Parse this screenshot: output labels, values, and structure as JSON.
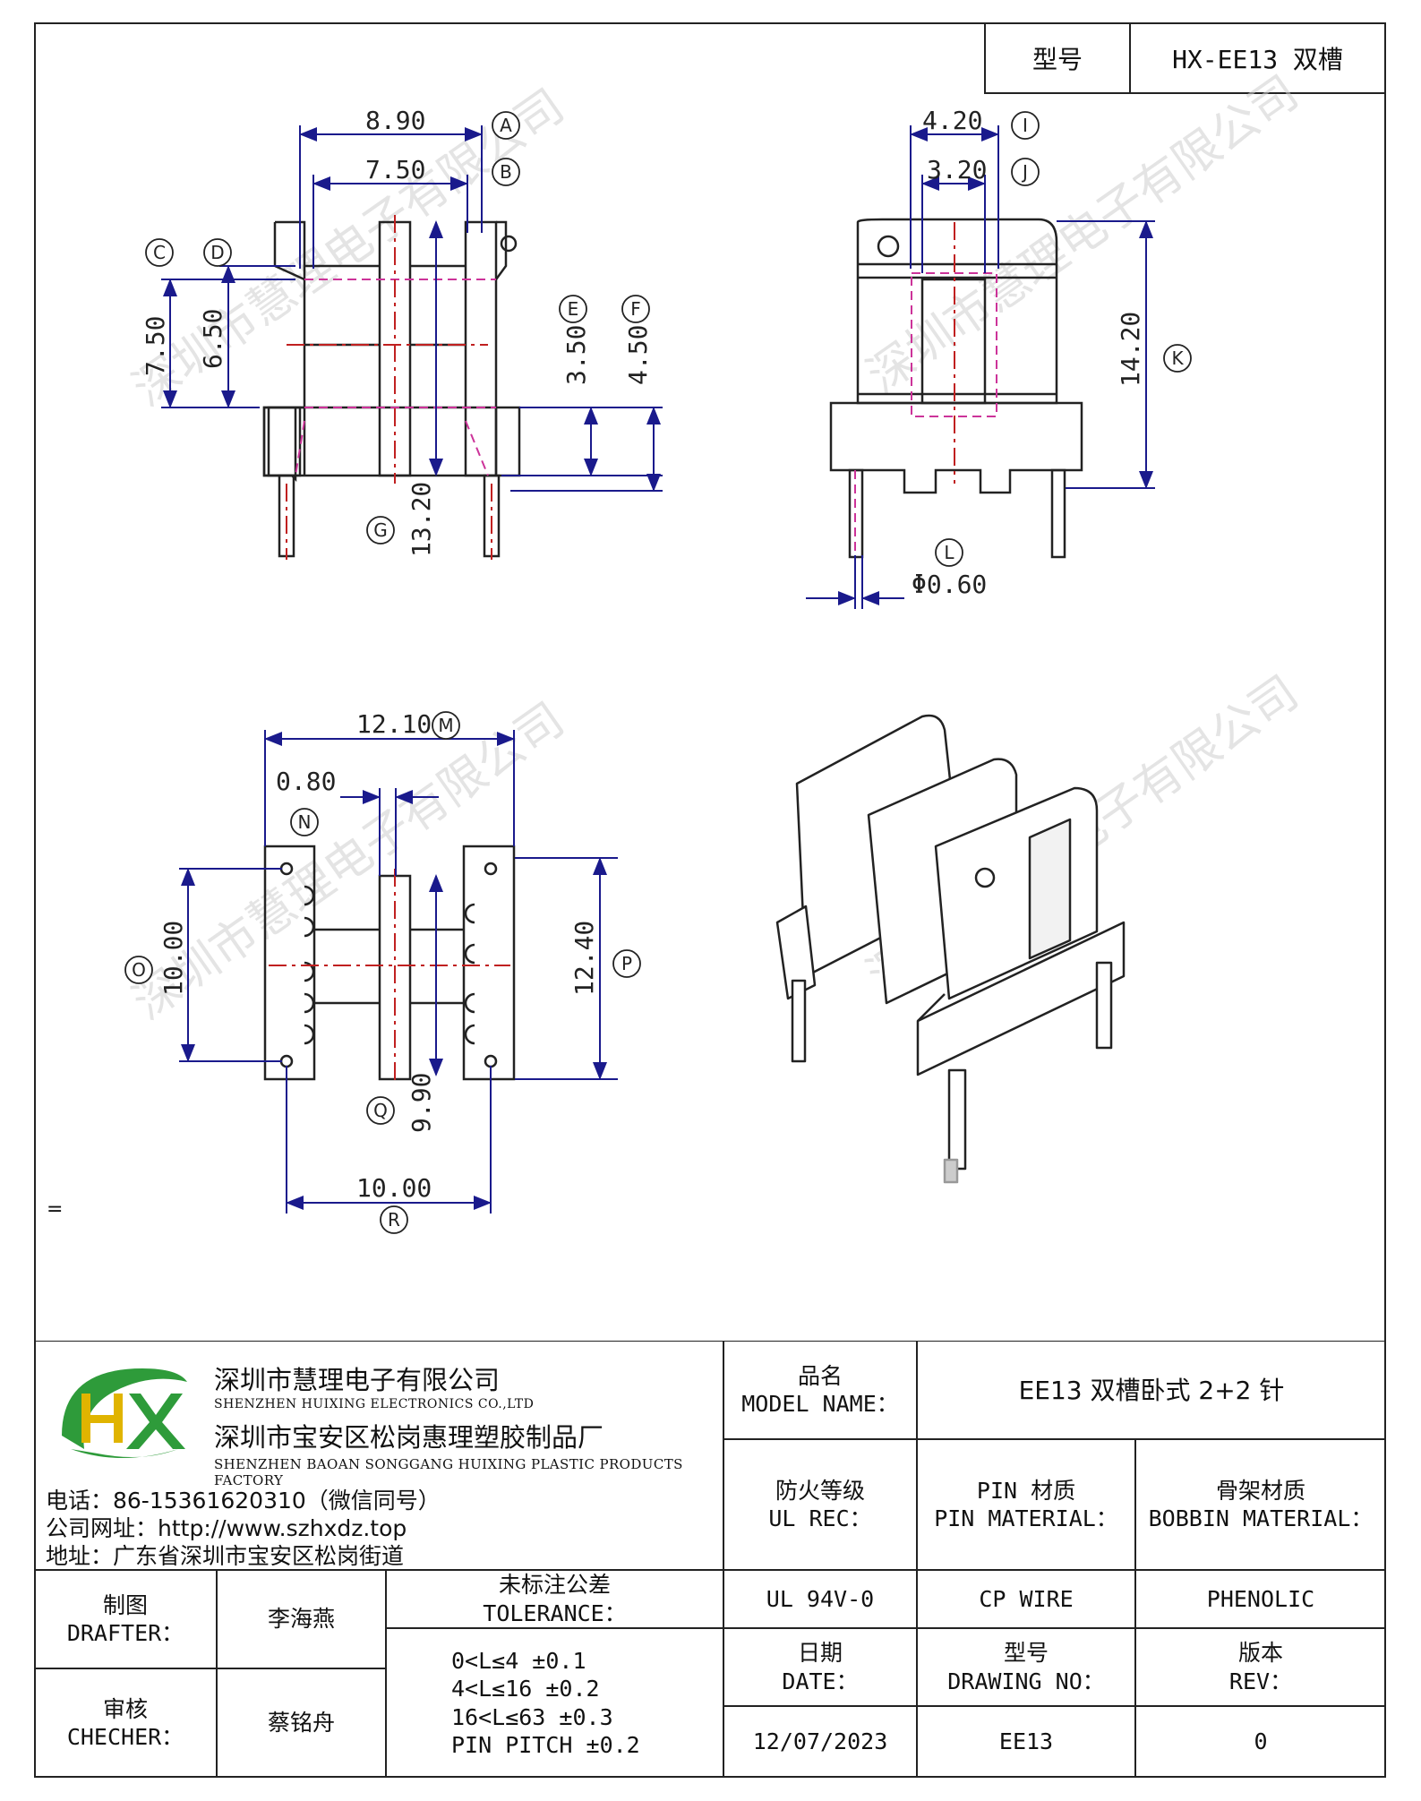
{
  "header": {
    "model_label": "型号",
    "model_value": "HX-EE13 双槽"
  },
  "dims": {
    "A": "8.90",
    "B": "7.50",
    "C": "7.50",
    "D": "6.50",
    "E": "3.50",
    "F": "4.50",
    "G": "13.20",
    "I": "4.20",
    "J": "3.20",
    "K": "14.20",
    "L": "Φ0.60",
    "M": "12.10",
    "N": "0.80",
    "O": "10.00",
    "P": "12.40",
    "Q": "9.90",
    "R": "10.00"
  },
  "refs": [
    "A",
    "B",
    "C",
    "D",
    "E",
    "F",
    "G",
    "I",
    "J",
    "K",
    "L",
    "M",
    "N",
    "O",
    "P",
    "Q",
    "R"
  ],
  "watermark": "深圳市慧理电子有限公司",
  "company": {
    "name_cn": "深圳市慧理电子有限公司",
    "name_en": "SHENZHEN HUIXING ELECTRONICS CO.,LTD",
    "factory_cn": "深圳市宝安区松岗惠理塑胶制品厂",
    "factory_en": "SHENZHEN BAOAN SONGGANG HUIXING PLASTIC PRODUCTS FACTORY",
    "phone": "电话：86-15361620310（微信同号）",
    "web": "公司网址：http://www.szhxdz.top",
    "address": "地址：广东省深圳市宝安区松岗街道"
  },
  "title_block": {
    "model_name_cn": "品名",
    "model_name_en": "MODEL NAME：",
    "model_name_value": "EE13 双槽卧式 2+2 针",
    "fire_cn": "防火等级",
    "fire_en": "UL REC：",
    "pin_cn": "PIN 材质",
    "pin_en": "PIN MATERIAL：",
    "bobbin_cn": "骨架材质",
    "bobbin_en": "BOBBIN MATERIAL：",
    "fire_value": "UL 94V-0",
    "pin_value": "CP WIRE",
    "bobbin_value": "PHENOLIC",
    "drafter_cn": "制图",
    "drafter_en": "DRAFTER：",
    "drafter_value": "李海燕",
    "checker_cn": "审核",
    "checker_en": "CHECHER：",
    "checker_value": "蔡铭舟",
    "tolerance_cn": "未标注公差",
    "tolerance_en": "TOLERANCE：",
    "tol1": "0<L≤4  ±0.1",
    "tol2": "4<L≤16 ±0.2",
    "tol3": "16<L≤63 ±0.3",
    "tol4": "PIN PITCH ±0.2",
    "date_cn": "日期",
    "date_en": "DATE：",
    "date_value": "12/07/2023",
    "drawing_cn": "型号",
    "drawing_en": "DRAWING NO：",
    "drawing_value": "EE13",
    "rev_cn": "版本",
    "rev_en": "REV：",
    "rev_value": "0"
  },
  "colors": {
    "dim": "#1a1a8c",
    "hidden": "#cc3399",
    "center": "#c02020",
    "logo_green": "#2e9b3a",
    "logo_yellow": "#e0b400"
  },
  "misc": {
    "equals_mark": "="
  }
}
